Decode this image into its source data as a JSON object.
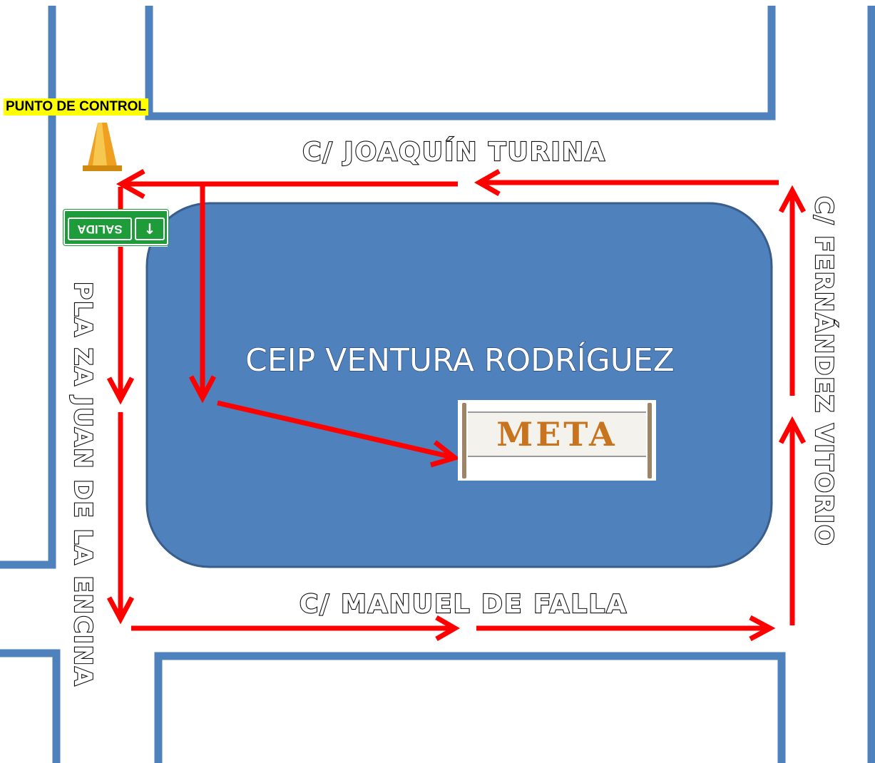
{
  "map": {
    "school_name": "CEIP VENTURA RODRÍGUEZ",
    "streets": {
      "top": "C/ JOAQUÍN TURINA",
      "bottom": "C/ MANUEL DE FALLA",
      "left": "PLA ZA JUAN DE LA ENCINA",
      "right": "C/ FERNÁNDEZ VITORIO"
    },
    "control_point_label": "PUNTO DE CONTROL",
    "exit_sign_label": "SALIDA",
    "exit_sign_arrow": "↓",
    "finish_label": "META",
    "colors": {
      "building": "#4f81bd",
      "street_border": "#4f81bd",
      "route": "#ff0000",
      "control_highlight": "#ffff00",
      "cone": "#f0a020",
      "exit_sign": "#1e9c3a",
      "finish_text": "#c8741f"
    },
    "icons": {
      "control_point": "traffic-cone-icon",
      "exit": "exit-sign-icon",
      "finish": "finish-banner-icon"
    }
  }
}
